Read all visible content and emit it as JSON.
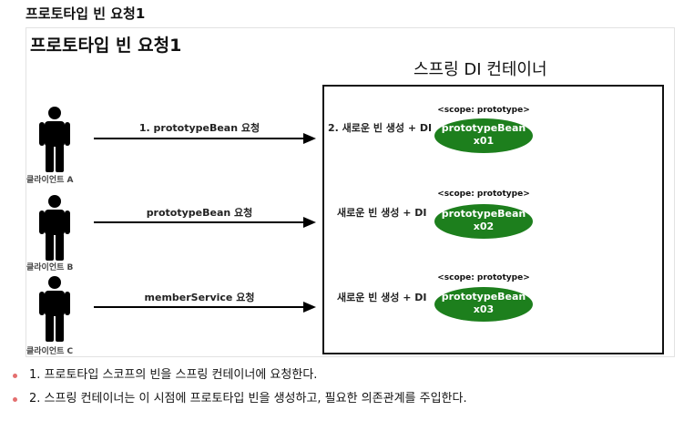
{
  "page_heading": "프로토타입 빈 요청1",
  "figure": {
    "title": "프로토타입 빈 요청1",
    "container_title": "스프링 DI 컨테이너",
    "rows": [
      {
        "client": "클라이언트 A",
        "request": "1. prototypeBean 요청",
        "create": "2. 새로운 빈 생성 + DI",
        "scope": "<scope: prototype>",
        "bean_name": "prototypeBean",
        "bean_id": "x01"
      },
      {
        "client": "클라이언트 B",
        "request": "prototypeBean 요청",
        "create": "새로운 빈 생성 + DI",
        "scope": "<scope: prototype>",
        "bean_name": "prototypeBean",
        "bean_id": "x02"
      },
      {
        "client": "클라이언트 C",
        "request": "memberService 요청",
        "create": "새로운 빈 생성 + DI",
        "scope": "<scope: prototype>",
        "bean_name": "prototypeBean",
        "bean_id": "x03"
      }
    ],
    "colors": {
      "bean_fill": "#1d7f1d",
      "bullet": "#e46f6f"
    }
  },
  "bullets": [
    "1. 프로토타입 스코프의 빈을 스프링 컨테이너에 요청한다.",
    "2. 스프링 컨테이너는 이 시점에 프로토타입 빈을 생성하고, 필요한 의존관계를 주입한다."
  ]
}
